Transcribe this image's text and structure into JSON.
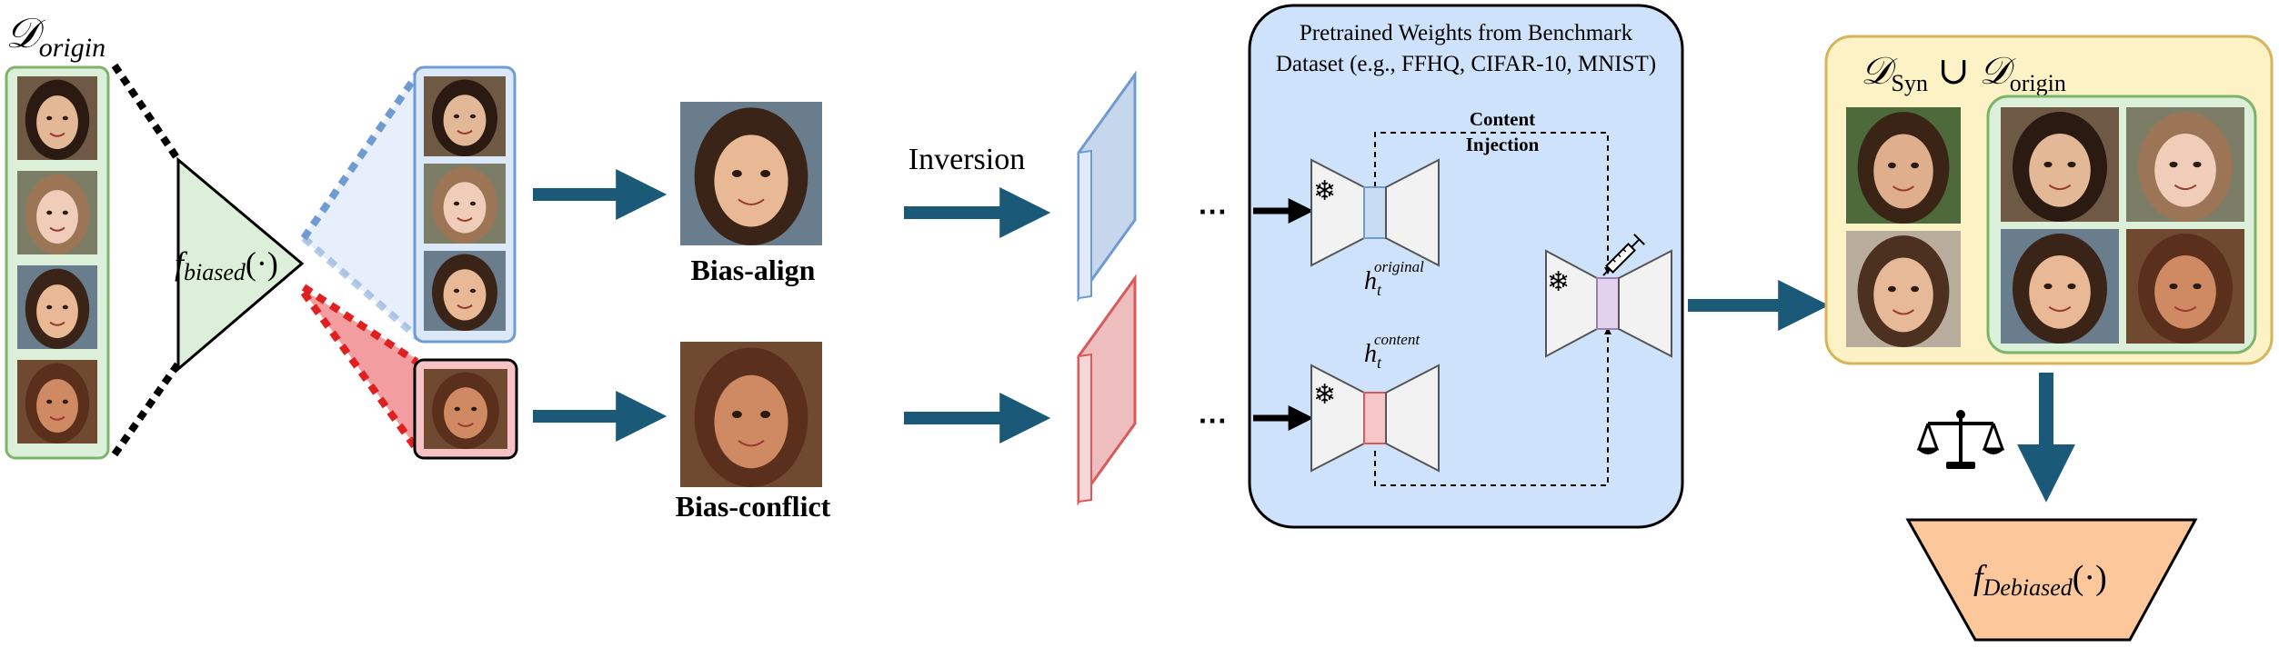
{
  "origin": {
    "label_main": "𝒟",
    "label_sub": "origin",
    "faces": [
      {
        "name": "asian-girl",
        "bg": "#6e5a44",
        "skin": "#e2b896",
        "hair": "#2a1a12"
      },
      {
        "name": "blonde-girl",
        "bg": "#7c7d66",
        "skin": "#f0cdb8",
        "hair": "#9c7556"
      },
      {
        "name": "smiling-girl",
        "bg": "#6a7d8c",
        "skin": "#e8b994",
        "hair": "#3a2418"
      },
      {
        "name": "woman-sunglasses",
        "bg": "#6f4a30",
        "skin": "#cf8a64",
        "hair": "#5a2f1c"
      }
    ]
  },
  "classifier_biased": {
    "f": "f",
    "sub": "biased",
    "args": "(·)"
  },
  "outputs": {
    "align_label": "Bias-align",
    "conflict_label": "Bias-conflict"
  },
  "inversion": {
    "label": "Inversion"
  },
  "ellipsis": "···",
  "pretrained_panel": {
    "title_line1": "Pretrained Weights from Benchmark",
    "title_line2": "Dataset (e.g., FFHQ, CIFAR-10, MNIST)",
    "content_line1": "Content",
    "content_line2": "Injection",
    "h_original_base": "h",
    "h_original_sub": "t",
    "h_original_sup": "original",
    "h_content_base": "h",
    "h_content_sub": "t",
    "h_content_sup": "content",
    "colors": {
      "panel": "#cfe2fb",
      "bottleneck_blue": "#c8dcf3",
      "bottleneck_red": "#f6c6c9",
      "bottleneck_purple": "#e2d2ec"
    }
  },
  "union_panel": {
    "label": "𝒟Syn ∪ 𝒟origin",
    "left_main": "𝒟",
    "left_sub": "Syn",
    "union": " ∪ ",
    "right_main": "𝒟",
    "right_sub": "origin",
    "synthetic_faces": [
      {
        "name": "syn-brunette",
        "bg": "#4e6a3a",
        "skin": "#dfae8c",
        "hair": "#3a2416"
      },
      {
        "name": "syn-smiling-brunette",
        "bg": "#b8ad9c",
        "skin": "#e6b998",
        "hair": "#4c3020"
      }
    ],
    "origin_faces": [
      {
        "name": "asian-girl",
        "bg": "#6e5a44",
        "skin": "#e2b896",
        "hair": "#2a1a12"
      },
      {
        "name": "blonde-girl",
        "bg": "#7c7d66",
        "skin": "#f0cdb8",
        "hair": "#9c7556"
      },
      {
        "name": "smiling-girl",
        "bg": "#6a7d8c",
        "skin": "#e8b994",
        "hair": "#3a2418"
      },
      {
        "name": "woman-sunglasses",
        "bg": "#6f4a30",
        "skin": "#cf8a64",
        "hair": "#5a2f1c"
      }
    ]
  },
  "classifier_debiased": {
    "f": "f",
    "sub": "Debiased",
    "args": "(·)"
  },
  "palette": {
    "arrow": "#1a5a78",
    "green_box": "#dcefd8",
    "green_border": "#7db46c",
    "blue_border": "#6f9bd1",
    "red_fill": "#f29ea0",
    "yellow": "#fdf2c6",
    "yellow_border": "#d7b35a",
    "trapezoid": "#fcc89b"
  }
}
